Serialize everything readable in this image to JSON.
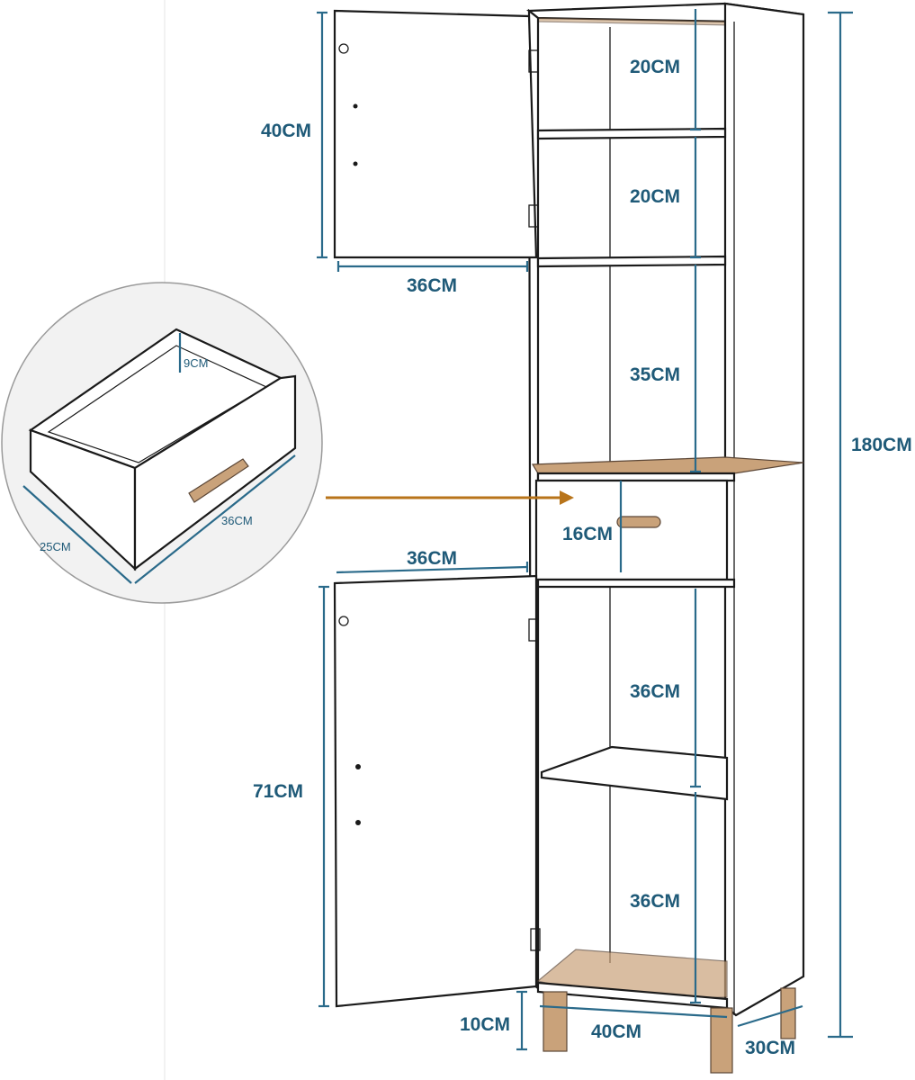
{
  "door_top": {
    "height": "40CM",
    "width": "36CM"
  },
  "shelves": {
    "s1": "20CM",
    "s2": "20CM",
    "s3": "35CM",
    "drawer": "16CM",
    "s4": "36CM",
    "s5": "36CM"
  },
  "total_height": "180CM",
  "door_bottom": {
    "width": "36CM",
    "height": "71CM"
  },
  "base": {
    "leg_height": "10CM",
    "width": "40CM",
    "depth": "30CM"
  },
  "drawer_detail": {
    "depth": "9CM",
    "width": "36CM",
    "length": "25CM"
  },
  "colors": {
    "dimension": "#1f5a78",
    "arrow": "#b8741a",
    "outline": "#1a1a1a",
    "wood": "#c9a27a"
  }
}
